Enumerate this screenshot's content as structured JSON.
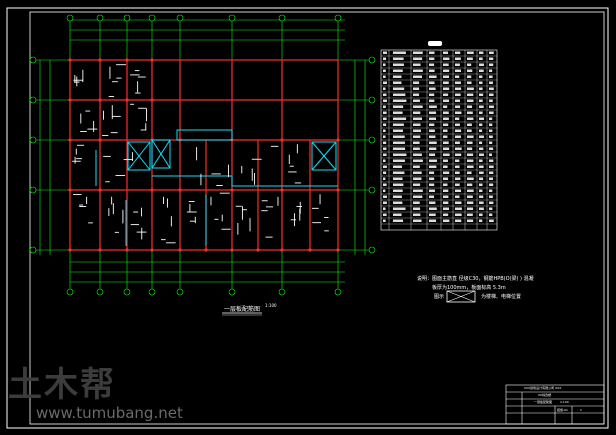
{
  "notes": {
    "line1": "说明：图面主筋直 径级C30，钢筋HPB(O)梁(  ) 混凝",
    "line2": "板厚为100mm，板面标高 5.3m",
    "legend_label": "图示",
    "legend_text": "为楼梯、电梯位置"
  },
  "plan": {
    "title": "一层板配筋图",
    "scale": "1:100"
  },
  "title_block": {
    "header": "XXX建筑设计有限公司 XXX",
    "project": "XX综合楼",
    "drawing": "一层板配筋图",
    "scale_label": "1:100",
    "no": "结施-01",
    "ver": "1"
  },
  "watermark": {
    "logo": "土木帮",
    "url": "www.tumubang.net"
  },
  "colors": {
    "background": "#000000",
    "axis": "#00ff00",
    "beam": "#ff2a2a",
    "wall": "#00e5ff",
    "rebar": "#ffffff",
    "frame": "#ffffff"
  }
}
